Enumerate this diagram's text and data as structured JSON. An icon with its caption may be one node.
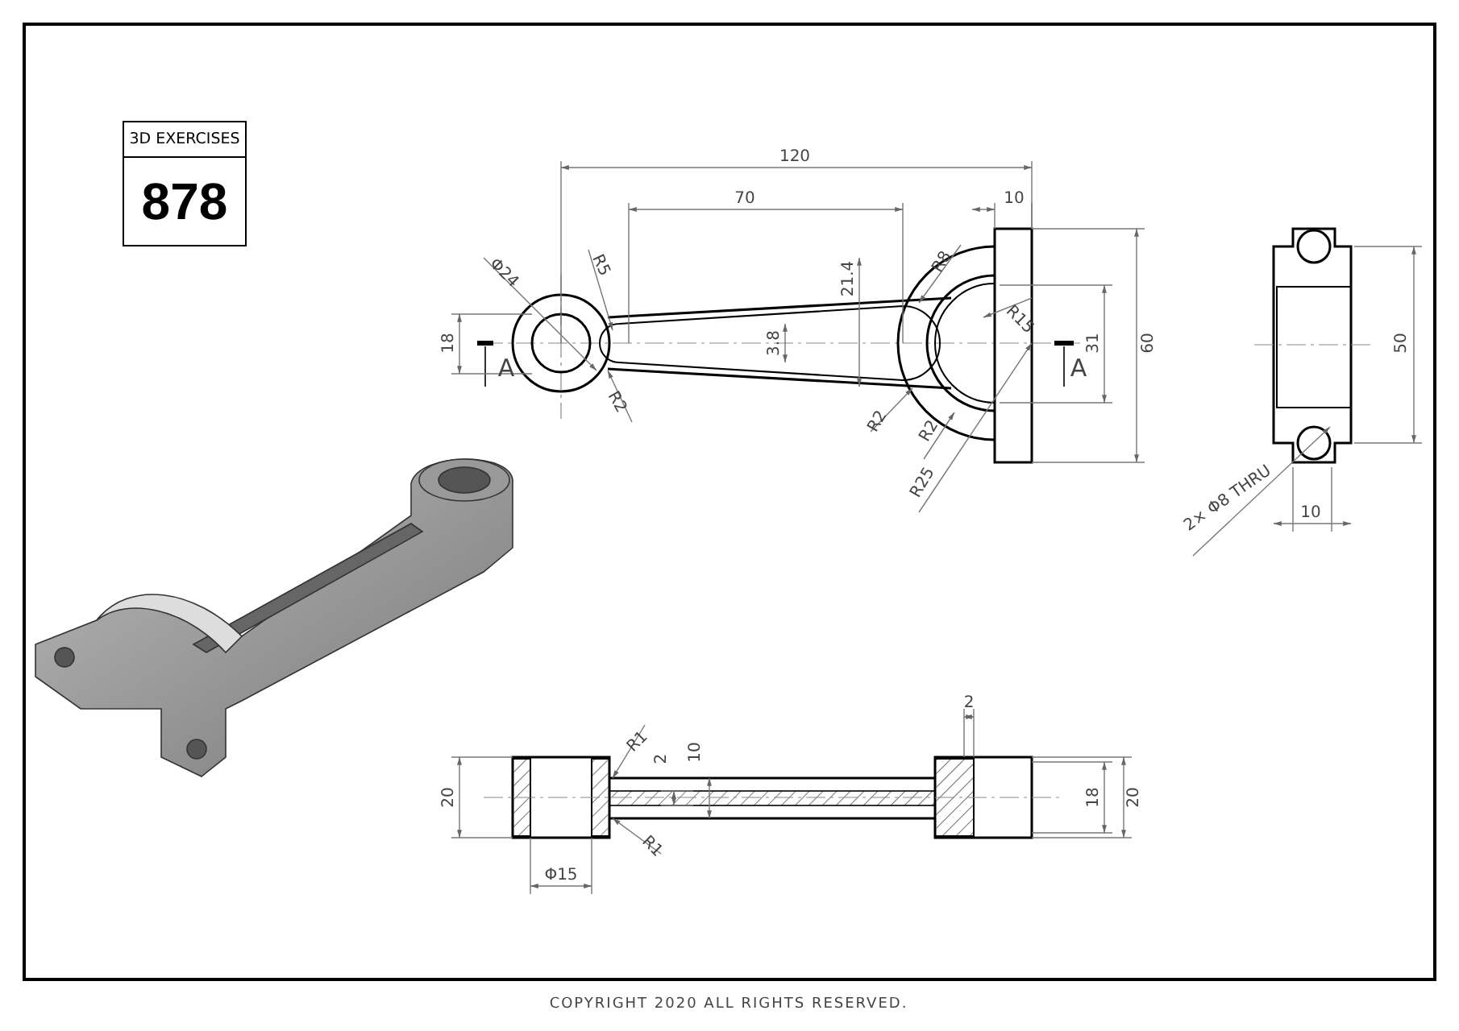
{
  "diagram": {
    "nodes": [
      {
        "text": [
          "3D EXERCISES",
          "878"
        ]
      }
    ],
    "labels": [
      "120",
      "70",
      "10",
      "Φ24",
      "R5",
      "21.4",
      "R8",
      "18",
      "A",
      "3.8",
      "R15",
      "A",
      "31",
      "60",
      "R2",
      "R2",
      "R2",
      "R25",
      "50",
      "2× Φ8 THRU",
      "10",
      "2",
      "R1",
      "10",
      "2",
      "20",
      "18",
      "20",
      "R1",
      "Φ15",
      "COPYRIGHT 2020 ALL RIGHTS RESERVED."
    ]
  }
}
